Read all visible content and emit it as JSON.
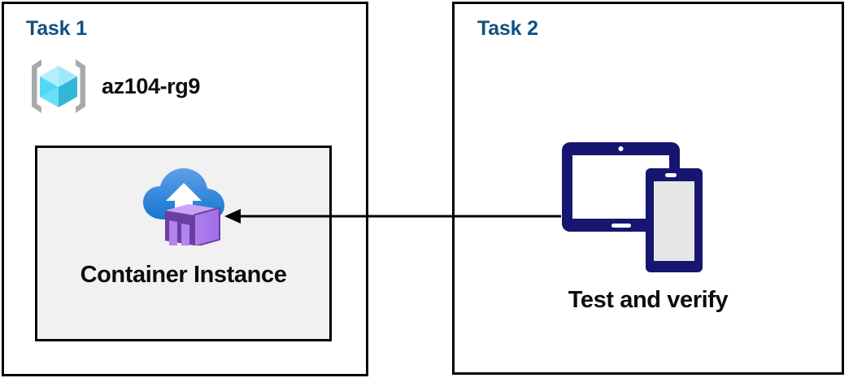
{
  "diagram": {
    "type": "architecture-flow",
    "background_color": "#ffffff",
    "panels": [
      {
        "id": "task1",
        "title": "Task 1",
        "title_color": "#13507f",
        "border_color": "#000000",
        "resource_group": {
          "label": "az104-rg9",
          "icon": "azure-resource-group-icon",
          "icon_colors": {
            "bracket": "#a9a9a9",
            "cube_light": "#9ee8fb",
            "cube_mid": "#50d9f7",
            "cube_dark": "#31b6d8"
          }
        },
        "inner_box": {
          "label": "Container Instance",
          "icon": "azure-container-instance-icon",
          "fill_color": "#f1f1f1",
          "border_color": "#000000",
          "icon_colors": {
            "cloud_top": "#5a9ae8",
            "cloud_bottom": "#1b7fd4",
            "arrow": "#ffffff",
            "container_light": "#ab7bea",
            "container_dark": "#6b3fa0"
          }
        }
      },
      {
        "id": "task2",
        "title": "Task 2",
        "title_color": "#13507f",
        "border_color": "#000000",
        "item": {
          "label": "Test and verify",
          "icon": "tablet-and-phone-devices-icon",
          "icon_colors": {
            "outline": "#161670",
            "screen": "#e6e6e6",
            "tablet_screen": "#ffffff"
          }
        }
      }
    ],
    "connector": {
      "from": "task2.test-and-verify",
      "to": "task1.container-instance",
      "direction": "right-to-left",
      "color": "#000000",
      "style": "solid-single-arrow"
    }
  }
}
